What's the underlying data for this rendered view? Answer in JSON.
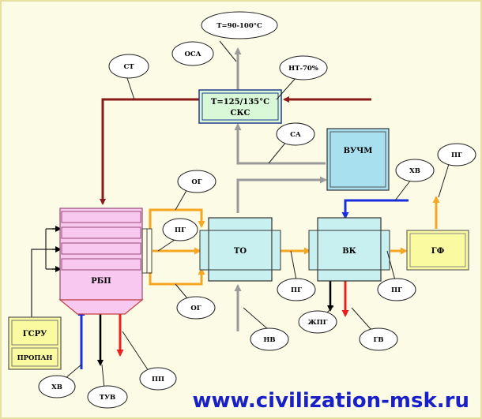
{
  "colors": {
    "background": "#fbfbe6",
    "steam": "#8b1a1a",
    "process": "#f5a623",
    "gray": "#9a9a9a",
    "blue": "#1a2ee0",
    "red": "#e82020",
    "black": "#000000",
    "to_fill": "#c8f0f0",
    "rbp_fill": "#f8c8f0",
    "gf_fill": "#fafaa0",
    "vuchm_fill": "#a8e0f0",
    "sks_fill": "#d8f8d8"
  },
  "units": {
    "rbp": "РБП",
    "to": "ТО",
    "vk": "ВК",
    "gf": "ГФ",
    "vuchm": "ВУЧМ",
    "sks_temp": "T=125/135°C",
    "sks": "СКС",
    "gsru": "ГСРУ",
    "propane": "ПРОПАН"
  },
  "callouts": {
    "osa_temp": "T=90-100°C",
    "osa": "ОСА",
    "st": "СТ",
    "nt": "НТ-70%",
    "sa": "СА",
    "og_top": "ОГ",
    "pg_left": "ПГ",
    "og_bottom": "ОГ",
    "pg_to": "ПГ",
    "pg_vk": "ПГ",
    "hv_vk": "ХВ",
    "pg_gf": "ПГ",
    "zhpg": "ЖПГ",
    "gv": "ГВ",
    "nv": "НВ",
    "hv_bottom": "ХВ",
    "tuv": "ТУВ",
    "pp": "ПП"
  },
  "footer": {
    "url": "www.civilization-msk.ru"
  }
}
